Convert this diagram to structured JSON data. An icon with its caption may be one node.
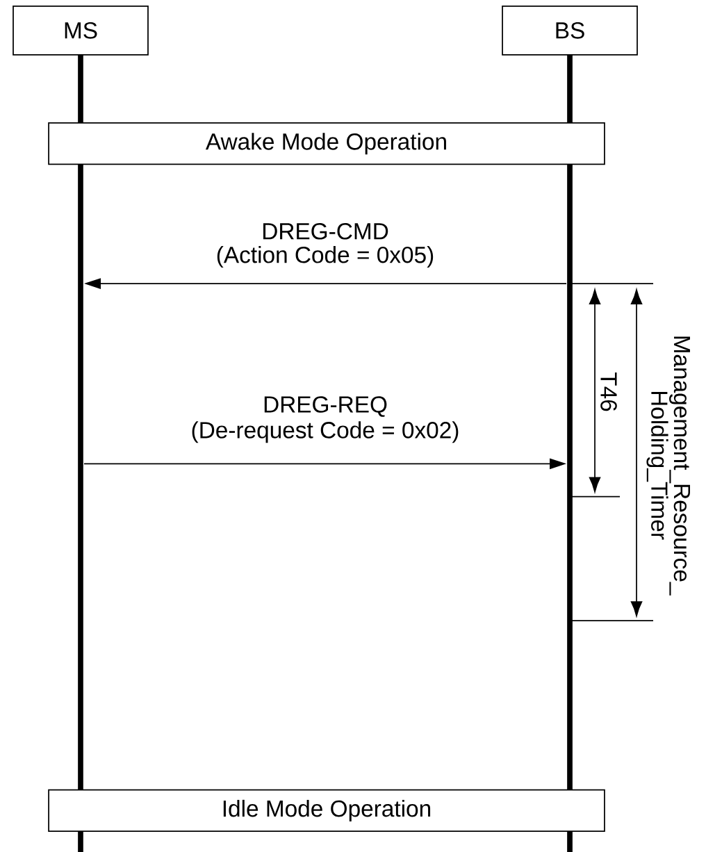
{
  "diagram": {
    "nodes": [
      {
        "text": [
          "MS"
        ]
      },
      {
        "text": [
          "BS"
        ]
      },
      {
        "text": [
          "Awake Mode Operation"
        ]
      },
      {
        "text": [
          "Idle Mode Operation"
        ]
      }
    ],
    "edges": [
      {
        "from": 1,
        "to": 0,
        "arrow": "to",
        "label": "DREG-CMD"
      },
      {
        "from": 0,
        "to": 1,
        "arrow": "to",
        "label": "DREG-REQ"
      }
    ],
    "labels": [
      "(Action Code = 0x05)",
      "(De-request Code = 0x02)",
      "T46",
      "Management_Resource_",
      "Holding_Timer"
    ]
  }
}
